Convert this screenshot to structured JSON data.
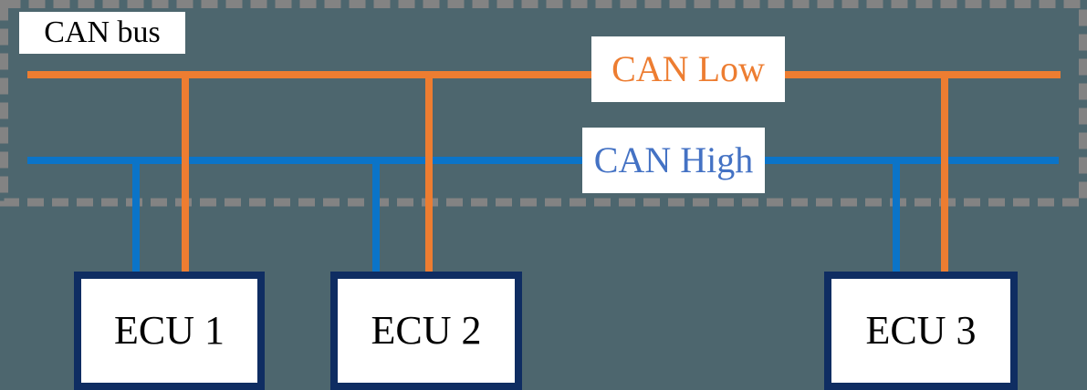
{
  "diagram": {
    "bus": {
      "label": "CAN bus"
    },
    "wires": [
      {
        "name": "CAN Low",
        "color": "#ED7D31"
      },
      {
        "name": "CAN High",
        "color": "#0B74C8"
      }
    ],
    "nodes": [
      {
        "label": "ECU 1"
      },
      {
        "label": "ECU 2"
      },
      {
        "label": "ECU 3"
      }
    ],
    "colors": {
      "background": "#4D666E",
      "dashed_border": "#838383",
      "can_low_line": "#ED7D31",
      "can_high_line": "#0B74C8",
      "can_low_text": "#ED7D31",
      "can_high_text": "#4472C4",
      "ecu_border": "#0F2D62",
      "label_background": "#FFFFFF",
      "label_text": "#000000"
    }
  }
}
